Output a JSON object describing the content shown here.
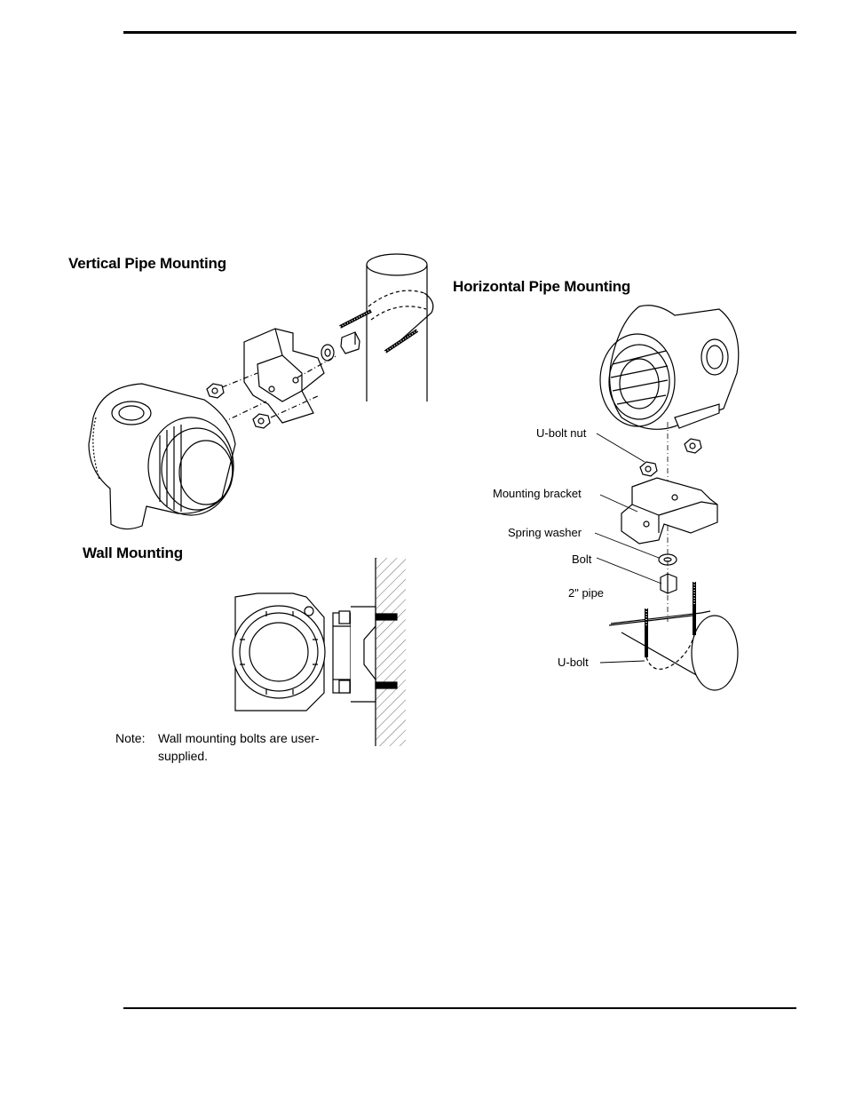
{
  "headings": {
    "vertical": "Vertical Pipe Mounting",
    "horizontal": "Horizontal Pipe Mounting",
    "wall": "Wall Mounting"
  },
  "labels": {
    "ubolt_nut": "U-bolt nut",
    "mounting_bracket": "Mounting bracket",
    "spring_washer": "Spring washer",
    "bolt": "Bolt",
    "pipe": "2\"  pipe",
    "ubolt": "U-bolt"
  },
  "note": {
    "prefix": "Note:",
    "line1": "Wall mounting bolts are user-",
    "line2": "supplied."
  }
}
